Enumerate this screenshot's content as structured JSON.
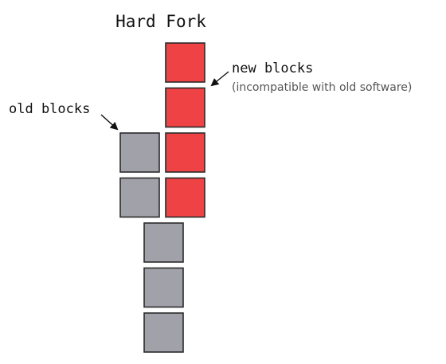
{
  "title": "Hard Fork",
  "labels": {
    "new_blocks": "new blocks",
    "new_blocks_note": "(incompatible with old software)",
    "old_blocks": "old blocks"
  },
  "colors": {
    "new_block_fill": "#ee4244",
    "old_block_fill": "#a1a1a9",
    "block_stroke": "#2b2b2b",
    "text": "#111111",
    "note_text": "#555555"
  },
  "chains": {
    "shared_chain_blocks": 3,
    "old_fork_blocks": 2,
    "new_fork_blocks": 4
  }
}
